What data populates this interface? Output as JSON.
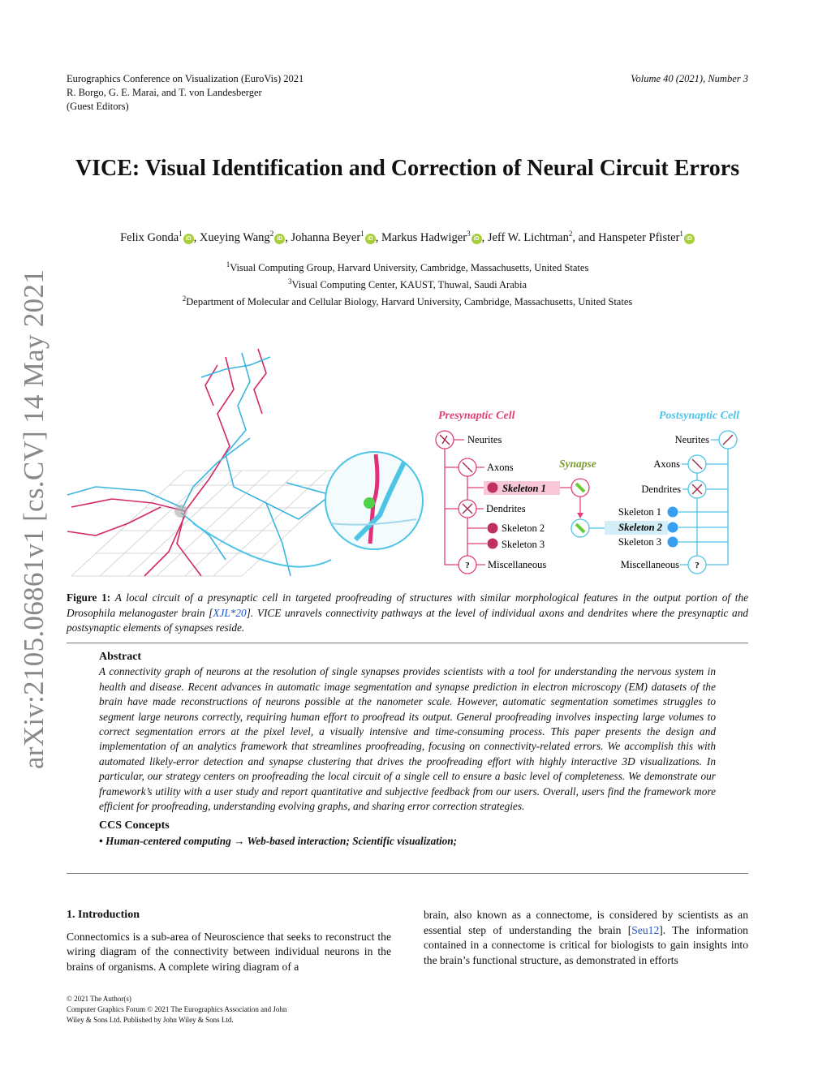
{
  "header": {
    "conference": "Eurographics Conference on Visualization (EuroVis) 2021",
    "editors": "R. Borgo, G. E. Marai, and T. von Landesberger",
    "editors_note": "(Guest Editors)",
    "volume": "Volume 40 (2021), Number 3"
  },
  "arxiv_id": "arXiv:2105.06861v1  [cs.CV]  14 May 2021",
  "title": "VICE: Visual Identification and Correction of Neural Circuit Errors",
  "authors": [
    {
      "name": "Felix Gonda",
      "aff": "1",
      "orcid": true
    },
    {
      "name": "Xueying Wang",
      "aff": "2",
      "orcid": true
    },
    {
      "name": "Johanna Beyer",
      "aff": "1",
      "orcid": true
    },
    {
      "name": "Markus Hadwiger",
      "aff": "3",
      "orcid": true
    },
    {
      "name": "Jeff W. Lichtman",
      "aff": "2",
      "orcid": false
    },
    {
      "name": "Hanspeter Pfister",
      "aff": "1",
      "orcid": true
    }
  ],
  "author_sep": ", ",
  "author_and": "and ",
  "orcid_label": "iD",
  "affiliations": [
    {
      "num": "1",
      "text": "Visual Computing Group, Harvard University, Cambridge, Massachusetts, United States"
    },
    {
      "num": "3",
      "text": "Visual Computing Center, KAUST, Thuwal, Saudi Arabia"
    },
    {
      "num": "2",
      "text": "Department of Molecular and Cellular Biology, Harvard University, Cambridge, Massachusetts, United States"
    }
  ],
  "figure": {
    "pre_title": "Presynaptic Cell",
    "post_title": "Postsynaptic Cell",
    "synapse": "Synapse",
    "pre": {
      "neurites": "Neurites",
      "axons": "Axons",
      "skeleton1": "Skeleton 1",
      "dendrites": "Dendrites",
      "skeleton2": "Skeleton 2",
      "skeleton3": "Skeleton 3",
      "misc": "Miscellaneous",
      "q": "?"
    },
    "post": {
      "neurites": "Neurites",
      "axons": "Axons",
      "dendrites": "Dendrites",
      "skeleton1": "Skeleton 1",
      "skeleton2": "Skeleton 2",
      "skeleton3": "Skeleton 3",
      "misc": "Miscellaneous",
      "q": "?"
    },
    "colors": {
      "pre": "#e0407a",
      "post": "#4cc4e6",
      "synapse": "#7a9a2e",
      "dot_pre": "#c0305e",
      "dot_post": "#3a9ef0"
    }
  },
  "caption": {
    "label": "Figure 1:",
    "text1": " A local circuit of a presynaptic cell in targeted proofreading of structures with similar morphological features in the output portion of the Drosophila melanogaster brain [",
    "cite": "XJL*20",
    "text2": "]. VICE unravels connectivity pathways at the level of individual axons and dendrites where the presynaptic and postsynaptic elements of synapses reside."
  },
  "abstract": {
    "heading": "Abstract",
    "text": "A connectivity graph of neurons at the resolution of single synapses provides scientists with a tool for understanding the nervous system in health and disease. Recent advances in automatic image segmentation and synapse prediction in electron microscopy (EM) datasets of the brain have made reconstructions of neurons possible at the nanometer scale. However, automatic segmentation sometimes struggles to segment large neurons correctly, requiring human effort to proofread its output. General proofreading involves inspecting large volumes to correct segmentation errors at the pixel level, a visually intensive and time-consuming process. This paper presents the design and implementation of an analytics framework that streamlines proofreading, focusing on connectivity-related errors. We accomplish this with automated likely-error detection and synapse clustering that drives the proofreading effort with highly interactive 3D visualizations. In particular, our strategy centers on proofreading the local circuit of a single cell to ensure a basic level of completeness. We demonstrate our framework’s utility with a user study and report quantitative and subjective feedback from our users. Overall, users find the framework more efficient for proofreading, understanding evolving graphs, and sharing error correction strategies.",
    "ccs_heading": "CCS Concepts",
    "ccs": "• Human-centered computing  →  Web-based interaction; Scientific visualization;"
  },
  "intro": {
    "heading": "1.  Introduction",
    "left": "Connectomics is a sub-area of Neuroscience that seeks to reconstruct the wiring diagram of the connectivity between individual neurons in the brains of organisms. A complete wiring diagram of a",
    "right1": "brain, also known as a connectome, is considered by scientists as an essential step of understanding the brain [",
    "cite": "Seu12",
    "right2": "]. The information contained in a connectome is critical for biologists to gain insights into the brain’s functional structure, as demonstrated in efforts"
  },
  "footer": [
    "© 2021 The Author(s)",
    "Computer Graphics Forum © 2021 The Eurographics Association and John",
    "Wiley & Sons Ltd. Published by John Wiley & Sons Ltd."
  ]
}
